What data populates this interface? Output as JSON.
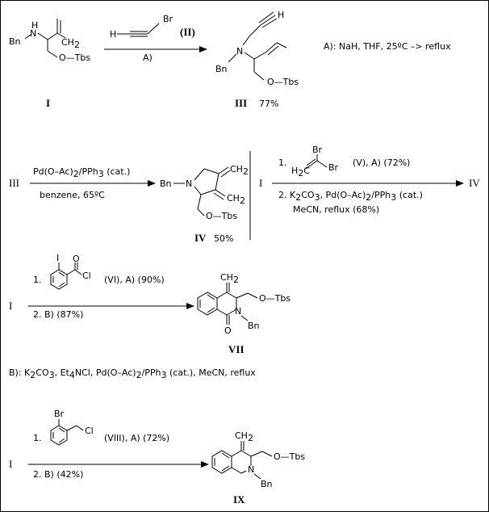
{
  "labels": {
    "I_top": "I",
    "I_left_r2": "I",
    "I_left_r3": "I",
    "I_left_r4": "I",
    "III_bottom": "III",
    "III_left": "III",
    "III_yield": "77%",
    "IV_right": "IV",
    "IV_bottom": "IV",
    "IV_yield": "50%",
    "VII": "VII",
    "IX": "IX",
    "reagent_II_label": "(II)",
    "Bn": "Bn",
    "OTbs": "O—Tbs",
    "H": "H",
    "N": "N",
    "O": "O",
    "Br": "Br",
    "I_atom": "I",
    "Cl": "Cl",
    "CH2": "CH",
    "H2C": "H",
    "two": "2"
  },
  "conditions": {
    "A_key": "A):  NaH,   THF,    25ºC  –>  reflux",
    "step1_A": "A)",
    "step2_top": "Pd(O–Ac)",
    "step2_top_b": "/PPh",
    "step2_top_c": "(cat.)",
    "step2_bottom": "benzene, 65ºC",
    "step3_top_num": "1.",
    "step3_top": "(V),  A)   (72%)",
    "step3_bottom_a": "2.  K",
    "step3_bottom_b": "CO",
    "step3_bottom_c": ",     Pd(O–Ac)",
    "step3_bottom_d": "/PPh",
    "step3_bottom_e": " (cat.)",
    "step3_bottom_2": "MeCN,    reflux   (68%)",
    "step4_top_num": "1.",
    "step4_top": "(VI),  A)   (90%)",
    "step4_bottom": "2.  B)   (87%)",
    "B_key_a": "B):  K",
    "B_key_b": "CO",
    "B_key_c": ",  Et",
    "B_key_d": "NCl,   Pd(O–Ac)",
    "B_key_e": "/PPh",
    "B_key_f": "  (cat.),   MeCN,    reflux",
    "step5_top_num": "1.",
    "step5_top": "(VIII),  A)   (72%)",
    "step5_bottom": "2.  B)   (42%)",
    "sub2": "2",
    "sub3": "3",
    "sub4": "4"
  }
}
